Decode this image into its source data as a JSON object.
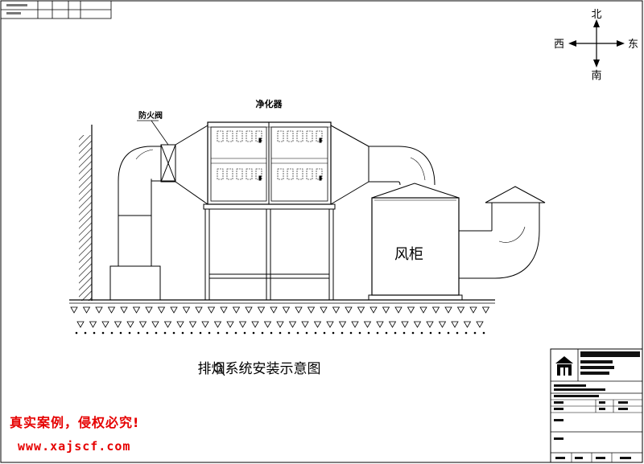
{
  "title": "排烟系统安装示意图",
  "compass": {
    "north": "北",
    "south": "南",
    "east": "东",
    "west": "西"
  },
  "labels": {
    "purifier": "净化器",
    "fire_damper": "防火阀",
    "fan_cabinet": "风柜"
  },
  "watermark": {
    "text": "真实案例，侵权必究!",
    "url": "www.xajscf.com",
    "color": "#e60000"
  },
  "title_block": {
    "company_logo": "company-logo"
  }
}
